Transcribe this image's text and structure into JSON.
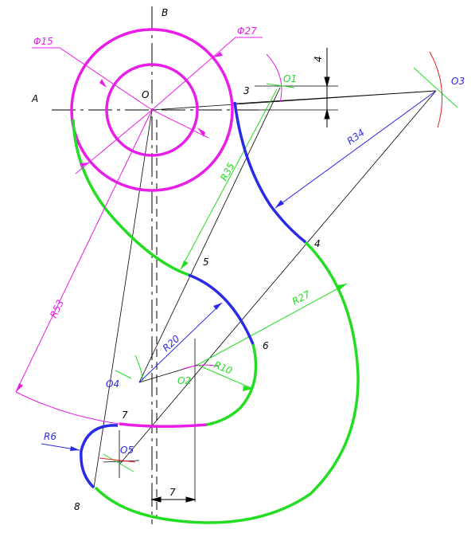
{
  "drawing": {
    "colors": {
      "magenta": "#e81ee8",
      "green": "#22dd22",
      "blue": "#2a2ae8",
      "red": "#e02020",
      "black": "#000000"
    },
    "labels": {
      "axis_b": "B",
      "axis_a": "A",
      "center_o": "O",
      "center_o1": "O1",
      "center_o2": "O2",
      "center_o3": "O3",
      "center_o4": "O4",
      "center_o5": "O5",
      "point_3": "3",
      "point_4": "4",
      "point_5": "5",
      "point_6": "6",
      "point_7": "7",
      "point_8": "8"
    },
    "dimensions": {
      "dia_15": "Φ15",
      "dia_27": "Φ27",
      "r34": "R34",
      "r35": "R35",
      "r53": "R53",
      "r27": "R27",
      "r20": "R20",
      "r10": "R10",
      "r6": "R6",
      "dim_4": "4",
      "dim_7": "7"
    }
  }
}
